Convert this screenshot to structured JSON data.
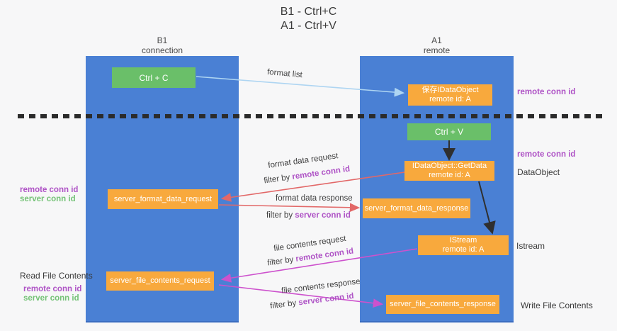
{
  "title": {
    "line1": "B1 - Ctrl+C",
    "line2": "A1 - Ctrl+V"
  },
  "lanes": {
    "left": {
      "name": "B1",
      "role": "connection"
    },
    "right": {
      "name": "A1",
      "role": "remote"
    }
  },
  "nodes": {
    "ctrl_c": "Ctrl + C",
    "ctrl_v": "Ctrl + V",
    "save_dataobject": {
      "line1": "保存IDataObject",
      "line2": "remote id: A"
    },
    "getdata": {
      "line1": "IDataObject::GetData",
      "line2": "remote id: A"
    },
    "istream": {
      "line1": "IStream",
      "line2": "remote id: A"
    },
    "server_format_data_request": "server_format_data_request",
    "server_format_data_response": "server_format_data_response",
    "server_file_contents_request": "server_file_contents_request",
    "server_file_contents_response": "server_file_contents_response"
  },
  "edge_labels": {
    "format_list": "format list",
    "format_data_request": "format data request",
    "format_data_response": "format data response",
    "file_contents_request": "file contents request",
    "file_contents_response": "file contents response",
    "filter_by": "filter by ",
    "remote_conn_id": "remote conn id",
    "server_conn_id": "server conn id"
  },
  "side_labels": {
    "remote_conn_id_top": "remote conn id",
    "remote_conn_id_mid": "remote conn id",
    "dataobject": "DataObject",
    "istream": "Istream",
    "write_file_contents": "Write File Contents",
    "read_file_contents": "Read File Contents",
    "left_remote_conn_id_1": "remote conn id",
    "left_server_conn_id_1": "server conn id",
    "left_remote_conn_id_2": "remote conn id",
    "left_server_conn_id_2": "server conn id"
  },
  "colors": {
    "lane_blue": "#4a80d4",
    "box_green": "#6abf69",
    "box_orange": "#f8a93d",
    "arrow_light_blue": "#aed5f2",
    "arrow_red": "#e26868",
    "arrow_magenta": "#cd52cd",
    "arrow_black": "#2f2f2f",
    "text_purple": "#af54c6",
    "text_green": "#74c276"
  }
}
